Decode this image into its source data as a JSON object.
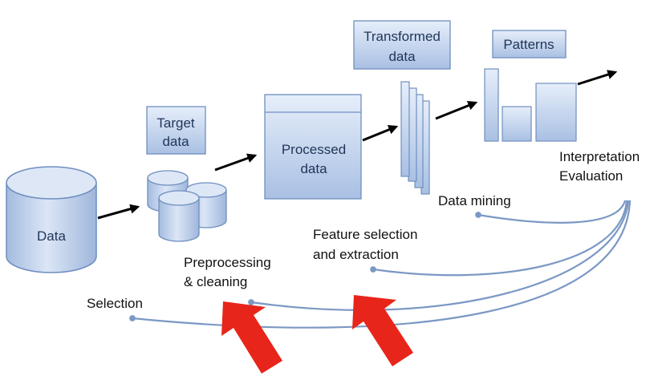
{
  "nodes": {
    "data": "Data",
    "target_data": [
      "Target",
      "data"
    ],
    "processed_data": [
      "Processed",
      "data"
    ],
    "transformed_data": [
      "Transformed",
      "data"
    ],
    "patterns": "Patterns"
  },
  "steps": {
    "selection": "Selection",
    "preprocessing": [
      "Preprocessing",
      "& cleaning"
    ],
    "feature_selection": [
      "Feature selection",
      "and extraction"
    ],
    "data_mining": "Data mining",
    "interpretation": [
      "Interpretation",
      "Evaluation"
    ]
  },
  "colors": {
    "box_fill_top": "#e6eefa",
    "box_fill_bottom": "#a9c0e3",
    "box_stroke": "#6f8fbf",
    "curve": "#7b98c4",
    "highlight_arrow": "#e8251a",
    "flow_arrow": "#000000"
  }
}
